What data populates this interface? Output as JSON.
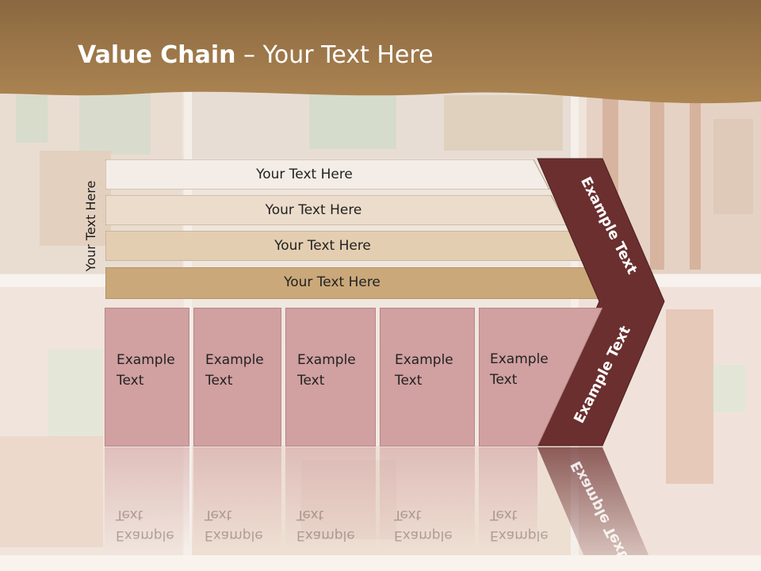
{
  "slide": {
    "title_bold": "Value Chain",
    "title_rest": " – Your Text Here",
    "side_label": "Your Text Here"
  },
  "rows": [
    {
      "label": "Your Text Here",
      "color": "#f4ede7"
    },
    {
      "label": "Your Text Here",
      "color": "#ecdccb"
    },
    {
      "label": "Your Text Here",
      "color": "#e3ceb1"
    },
    {
      "label": "Your Text Here",
      "color": "#caa87a"
    }
  ],
  "columns": [
    {
      "line1": "Example",
      "line2": "Text"
    },
    {
      "line1": "Example",
      "line2": "Text"
    },
    {
      "line1": "Example",
      "line2": "Text"
    },
    {
      "line1": "Example",
      "line2": "Text"
    },
    {
      "line1": "Example",
      "line2": "Text"
    }
  ],
  "chevron": {
    "top_label": "Example Text",
    "bottom_label": "Example Text",
    "color": "#6b2f2f"
  },
  "colors": {
    "header": "#a57c49",
    "column_fill": "#d1a0a1"
  }
}
